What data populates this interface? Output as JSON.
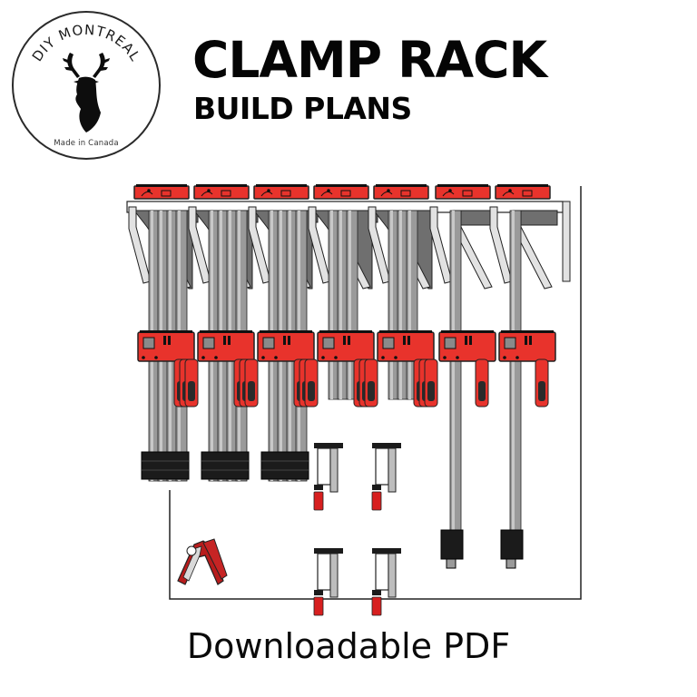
{
  "logo": {
    "brand_text": "DIY MONTREAL",
    "tagline": "Made in Canada",
    "icon": "deer-head-icon"
  },
  "header": {
    "title": "CLAMP RACK",
    "subtitle": "BUILD PLANS"
  },
  "illustration": {
    "description": "Wall-mounted clamp rack holding bar clamps and spring clamps",
    "colors": {
      "clamp_red": "#e8332c",
      "bracket_gray": "#6f6f6f",
      "bracket_light": "#e2e2e2",
      "bar_gray": "#9a9a9a",
      "dark": "#1b1b1b",
      "board": "#ffffff",
      "outline": "#222222"
    },
    "bar_clamp_groups": 7,
    "small_f_clamps": 4,
    "spring_clamps": 1
  },
  "footer": {
    "label": "Downloadable PDF"
  }
}
